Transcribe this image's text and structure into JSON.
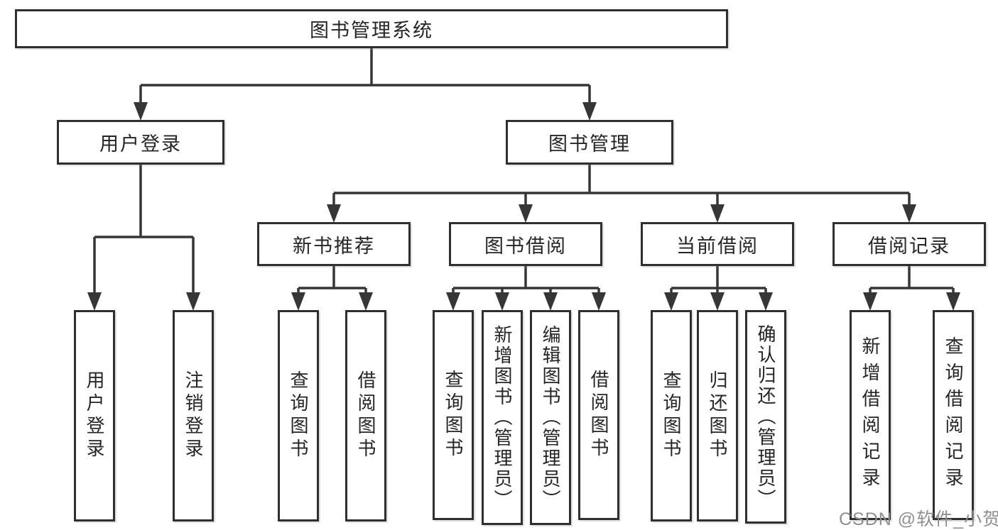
{
  "page": {
    "background": "#ffffff"
  },
  "colors": {
    "line": "#363636",
    "box_border": "#2f2f2f",
    "box_bg": "#ffffff",
    "text": "#252525",
    "watermark": "#8f8f8f"
  },
  "watermark": {
    "text": "CSDN @软件_小贺同学"
  },
  "diagram": {
    "type": "hierarchy-tree",
    "nodes": [
      {
        "id": "root",
        "label": "图书管理系统",
        "level": 1,
        "parent": null
      },
      {
        "id": "user-login",
        "label": "用户登录",
        "level": 2,
        "parent": "root"
      },
      {
        "id": "book-mgmt",
        "label": "图书管理",
        "level": 2,
        "parent": "root"
      },
      {
        "id": "new-book-rec",
        "label": "新书推荐",
        "level": 3,
        "parent": "book-mgmt"
      },
      {
        "id": "book-borrow",
        "label": "图书借阅",
        "level": 3,
        "parent": "book-mgmt"
      },
      {
        "id": "current-borrow",
        "label": "当前借阅",
        "level": 3,
        "parent": "book-mgmt"
      },
      {
        "id": "borrow-records",
        "label": "借阅记录",
        "level": 3,
        "parent": "book-mgmt"
      },
      {
        "id": "leaf-user-login",
        "label": "用户登录",
        "level": 4,
        "parent": "user-login"
      },
      {
        "id": "leaf-logout",
        "label": "注销登录",
        "level": 4,
        "parent": "user-login"
      },
      {
        "id": "leaf-query-book-1",
        "label": "查询图书",
        "level": 4,
        "parent": "new-book-rec"
      },
      {
        "id": "leaf-borrow-book-1",
        "label": "借阅图书",
        "level": 4,
        "parent": "new-book-rec"
      },
      {
        "id": "leaf-query-book-2",
        "label": "查询图书",
        "level": 4,
        "parent": "book-borrow"
      },
      {
        "id": "leaf-add-book",
        "label": "新增图书（管理员）",
        "level": 4,
        "parent": "book-borrow"
      },
      {
        "id": "leaf-edit-book",
        "label": "编辑图书（管理员）",
        "level": 4,
        "parent": "book-borrow"
      },
      {
        "id": "leaf-borrow-book-2",
        "label": "借阅图书",
        "level": 4,
        "parent": "book-borrow"
      },
      {
        "id": "leaf-query-book-3",
        "label": "查询图书",
        "level": 4,
        "parent": "current-borrow"
      },
      {
        "id": "leaf-return-book",
        "label": "归还图书",
        "level": 4,
        "parent": "current-borrow"
      },
      {
        "id": "leaf-confirm-return",
        "label": "确认归还（管理员）",
        "level": 4,
        "parent": "current-borrow"
      },
      {
        "id": "leaf-add-record",
        "label": "新增借阅记录",
        "level": 4,
        "parent": "borrow-records"
      },
      {
        "id": "leaf-query-record",
        "label": "查询借阅记录",
        "level": 4,
        "parent": "borrow-records"
      }
    ]
  }
}
